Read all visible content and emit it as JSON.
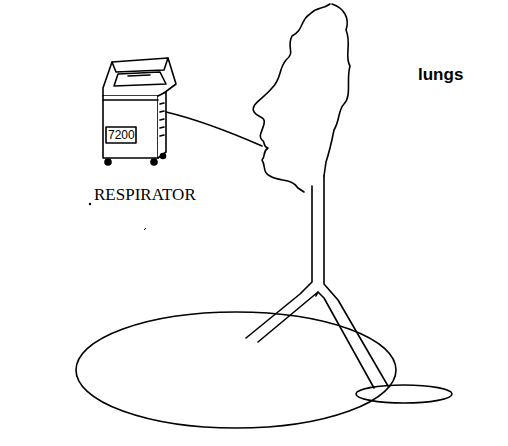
{
  "diagram": {
    "labels": [
      "7200",
      "RESPIRATOR",
      "lungs"
    ]
  }
}
